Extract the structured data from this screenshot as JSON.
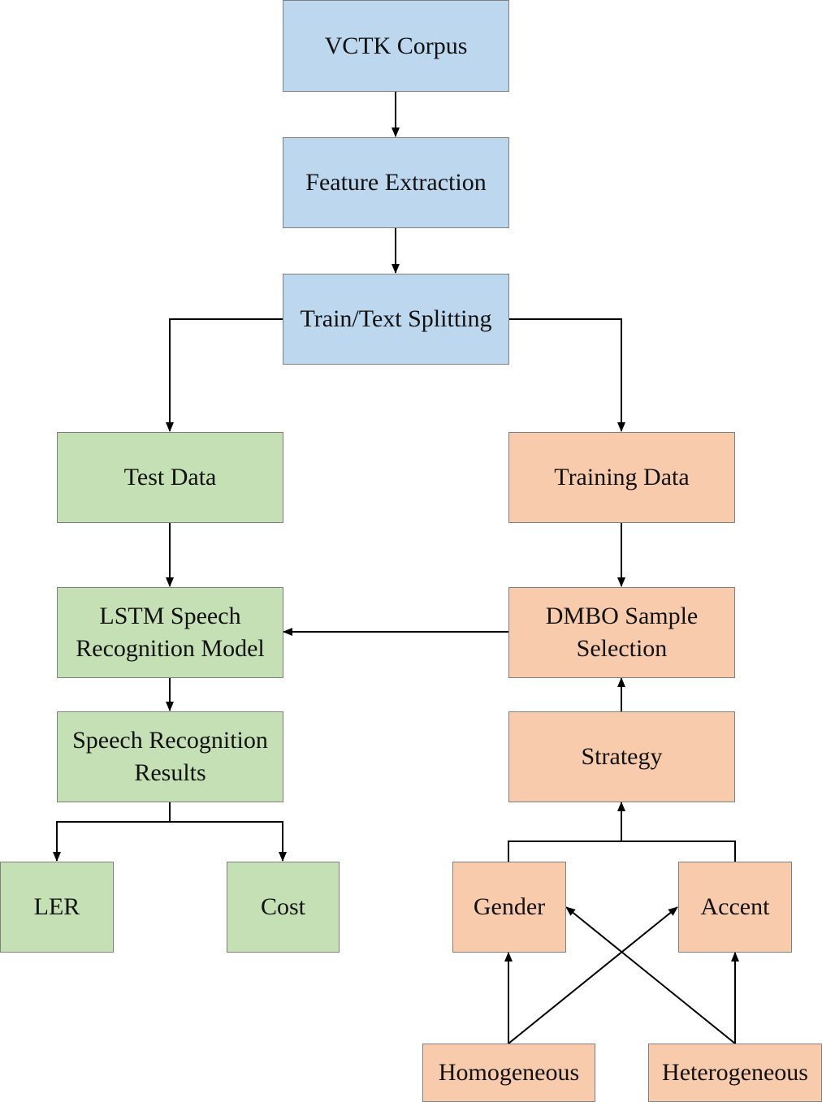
{
  "colors": {
    "blue": "#bdd7ee",
    "green": "#c5e0b4",
    "orange": "#f8cbad",
    "edge": "#000000"
  },
  "nodes": {
    "vctk": {
      "label": "VCTK Corpus",
      "color": "blue"
    },
    "feature": {
      "label": "Feature Extraction",
      "color": "blue"
    },
    "split": {
      "label": "Train/Text Splitting",
      "color": "blue"
    },
    "test": {
      "label": "Test Data",
      "color": "green"
    },
    "train": {
      "label": "Training Data",
      "color": "orange"
    },
    "lstm": {
      "label": "LSTM Speech\nRecognition Model",
      "color": "green"
    },
    "dmbo": {
      "label": "DMBO Sample\nSelection",
      "color": "orange"
    },
    "results": {
      "label": "Speech Recognition\nResults",
      "color": "green"
    },
    "strategy": {
      "label": "Strategy",
      "color": "orange"
    },
    "ler": {
      "label": "LER",
      "color": "green"
    },
    "cost": {
      "label": "Cost",
      "color": "green"
    },
    "gender": {
      "label": "Gender",
      "color": "orange"
    },
    "accent": {
      "label": "Accent",
      "color": "orange"
    },
    "homogeneous": {
      "label": "Homogeneous",
      "color": "orange"
    },
    "heterogeneous": {
      "label": "Heterogeneous",
      "color": "orange"
    }
  },
  "edges": [
    {
      "from": "vctk",
      "to": "feature"
    },
    {
      "from": "feature",
      "to": "split"
    },
    {
      "from": "split",
      "to": "test"
    },
    {
      "from": "split",
      "to": "train"
    },
    {
      "from": "test",
      "to": "lstm"
    },
    {
      "from": "train",
      "to": "dmbo"
    },
    {
      "from": "dmbo",
      "to": "lstm"
    },
    {
      "from": "lstm",
      "to": "results"
    },
    {
      "from": "results",
      "to": "ler"
    },
    {
      "from": "results",
      "to": "cost"
    },
    {
      "from": "strategy",
      "to": "dmbo"
    },
    {
      "from": "gender",
      "to": "strategy"
    },
    {
      "from": "accent",
      "to": "strategy"
    },
    {
      "from": "homogeneous",
      "to": "gender"
    },
    {
      "from": "homogeneous",
      "to": "accent"
    },
    {
      "from": "heterogeneous",
      "to": "gender"
    },
    {
      "from": "heterogeneous",
      "to": "accent"
    }
  ]
}
